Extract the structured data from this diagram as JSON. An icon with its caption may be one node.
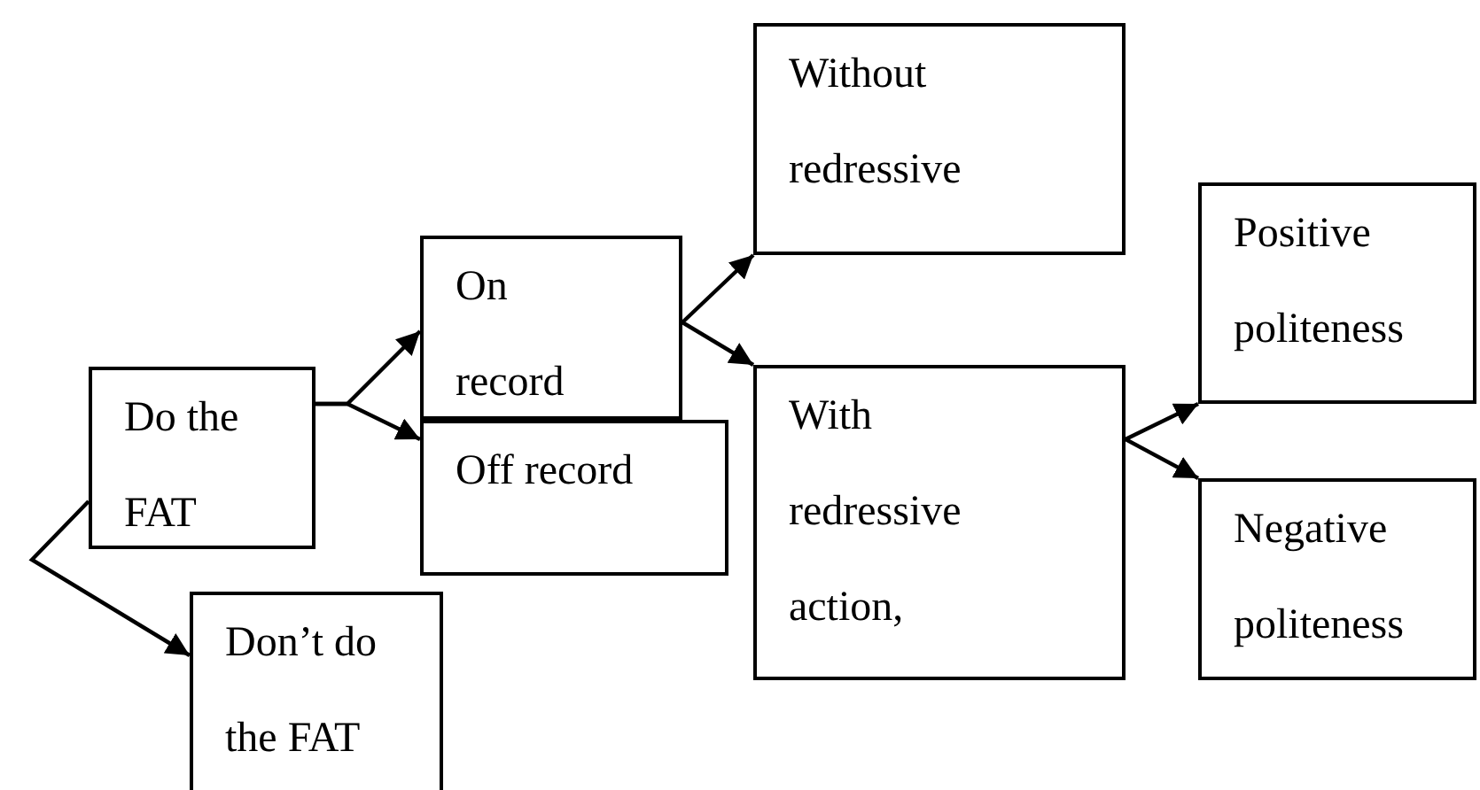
{
  "diagram": {
    "nodes": [
      {
        "text": [
          "Do the FAT"
        ]
      },
      {
        "text": [
          "Don’t do the FAT"
        ]
      },
      {
        "text": [
          "On record"
        ]
      },
      {
        "text": [
          "Off record"
        ]
      },
      {
        "text": [
          "Without redressive"
        ]
      },
      {
        "text": [
          "With redressive action,"
        ]
      },
      {
        "text": [
          "Positive politeness"
        ]
      },
      {
        "text": [
          "Negative politeness"
        ]
      }
    ],
    "edges": [
      {
        "from": 0,
        "to": 1,
        "arrow": "to"
      },
      {
        "from": 0,
        "to": 2,
        "arrow": "to"
      },
      {
        "from": 0,
        "to": 3,
        "arrow": "to"
      },
      {
        "from": 2,
        "to": 4,
        "arrow": "to"
      },
      {
        "from": 2,
        "to": 5,
        "arrow": "to"
      },
      {
        "from": 5,
        "to": 6,
        "arrow": "to"
      },
      {
        "from": 5,
        "to": 7,
        "arrow": "to"
      }
    ]
  }
}
